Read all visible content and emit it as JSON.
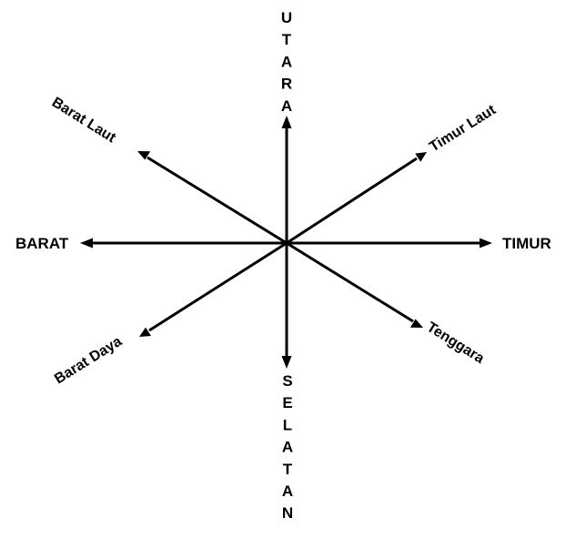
{
  "diagram": {
    "labels": {
      "north": "UTARA",
      "south": "SELATAN",
      "east": "TIMUR",
      "west": "BARAT",
      "northeast": "Timur Laut",
      "northwest": "Barat Laut",
      "southeast": "Tenggara",
      "southwest": "Barat Daya"
    },
    "colors": {
      "line": "#000000",
      "text": "#000000",
      "background": "#ffffff"
    }
  }
}
